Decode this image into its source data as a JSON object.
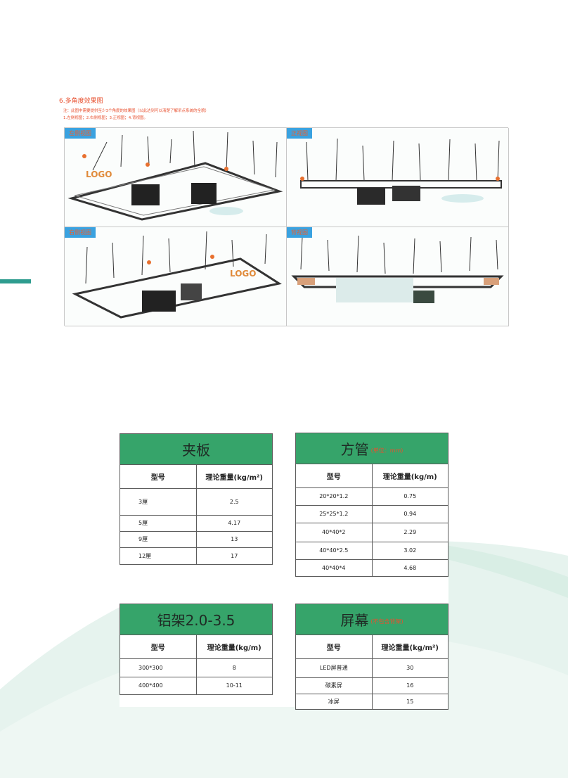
{
  "section": {
    "title": "6.多角度效果图",
    "note_line1": "注：此图中需要提供至少3个角度的效果图（以此达到可以清楚了解吊点系统的全貌）",
    "note_line2": "1.左侧视图；2.右侧视图；3.正视图；4.背视图。"
  },
  "views": [
    {
      "label": "左侧视图"
    },
    {
      "label": "正视图"
    },
    {
      "label": "右侧视图"
    },
    {
      "label": "背视图"
    }
  ],
  "colors": {
    "accent_green": "#36a46a",
    "accent_red": "#e8502f",
    "tag_blue": "#3aa2e0",
    "teal": "#2e9c8f"
  },
  "tables": {
    "plywood": {
      "title": "夹板",
      "subtitle": "",
      "col1": "型号",
      "col2": "理论重量(kg/m²)",
      "rows": [
        {
          "model": "3厘",
          "weight": "2.5"
        },
        {
          "model": "5厘",
          "weight": "4.17"
        },
        {
          "model": "9厘",
          "weight": "13"
        },
        {
          "model": "12厘",
          "weight": "17"
        }
      ]
    },
    "tube": {
      "title": "方管",
      "subtitle": "(单位：mm)",
      "col1": "型号",
      "col2": "理论重量(kg/m)",
      "rows": [
        {
          "model": "20*20*1.2",
          "weight": "0.75"
        },
        {
          "model": "25*25*1.2",
          "weight": "0.94"
        },
        {
          "model": "40*40*2",
          "weight": "2.29"
        },
        {
          "model": "40*40*2.5",
          "weight": "3.02"
        },
        {
          "model": "40*40*4",
          "weight": "4.68"
        }
      ]
    },
    "truss": {
      "title": "铝架2.0-3.5",
      "subtitle": "",
      "col1": "型号",
      "col2": "理论重量(kg/m)",
      "rows": [
        {
          "model": "300*300",
          "weight": "8"
        },
        {
          "model": "400*400",
          "weight": "10-11"
        }
      ]
    },
    "screen": {
      "title": "屏幕",
      "subtitle": "(不包含背架)",
      "col1": "型号",
      "col2": "理论重量(kg/m²)",
      "rows": [
        {
          "model": "LED屏普通",
          "weight": "30"
        },
        {
          "model": "碳素屏",
          "weight": "16"
        },
        {
          "model": "冰屏",
          "weight": "15"
        }
      ]
    }
  }
}
